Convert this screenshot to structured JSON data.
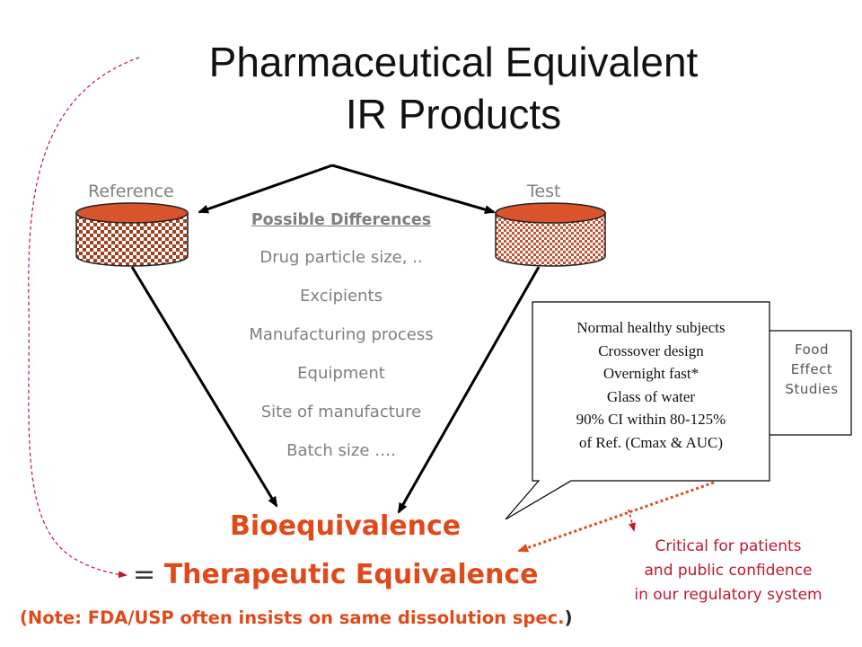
{
  "title": {
    "line1": "Pharmaceutical Equivalent",
    "line2": "IR Products"
  },
  "reference_label": "Reference",
  "test_label": "Test",
  "differences": {
    "header": "Possible Differences",
    "items": [
      "Drug particle size, ..",
      "Excipients",
      "Manufacturing process",
      "Equipment",
      "Site of manufacture",
      "Batch size …."
    ]
  },
  "callout": {
    "lines": [
      "Normal healthy subjects",
      "Crossover design",
      "Overnight fast*",
      "Glass of water",
      "90% CI within 80-125%",
      "of Ref. (Cmax & AUC)"
    ]
  },
  "food_effect": {
    "lines": [
      "Food",
      "Effect",
      "Studies"
    ]
  },
  "bioequivalence": "Bioequivalence",
  "therapeutic": {
    "prefix": "= ",
    "text": "Therapeutic Equivalence"
  },
  "critical": {
    "lines": [
      "Critical for patients",
      "and public confidence",
      "in our regulatory system"
    ]
  },
  "note": {
    "open": "(",
    "text": "Note: FDA/USP often insists on same dissolution spec.",
    "close": ")"
  },
  "colors": {
    "accent_orange": "#e04a1a",
    "accent_red": "#c0182e",
    "cylinder_top": "#d9542b",
    "ref_check": "#a0401e",
    "test_check": "#c3573a",
    "gray_text": "#7f7f7f"
  }
}
